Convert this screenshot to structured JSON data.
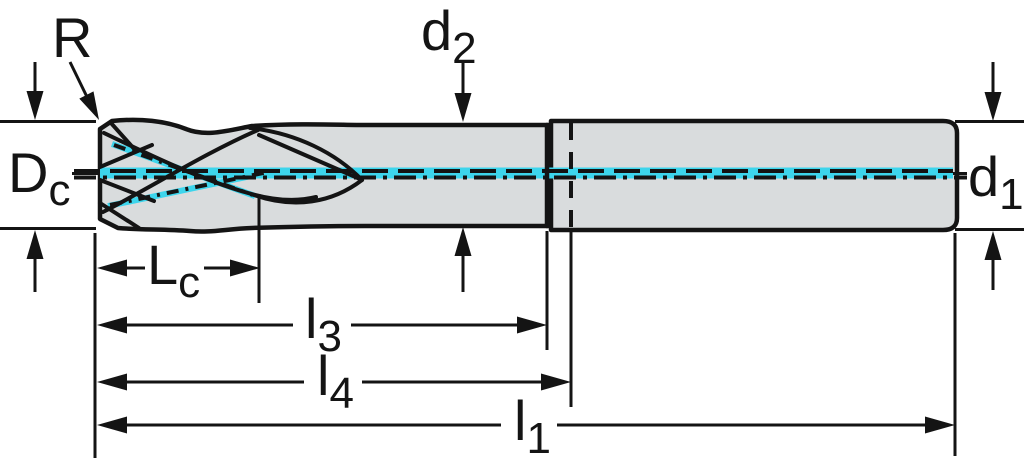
{
  "diagram_type": "end-mill-dimension-drawing",
  "labels": {
    "corner_radius": {
      "main": "R",
      "sub": ""
    },
    "cutting_diameter": {
      "main": "D",
      "sub": "c"
    },
    "neck_diameter": {
      "main": "d",
      "sub": "2"
    },
    "shank_diameter": {
      "main": "d",
      "sub": "1"
    },
    "cutting_length": {
      "main": "L",
      "sub": "c"
    },
    "length_l3": {
      "main": "l",
      "sub": "3"
    },
    "length_l4": {
      "main": "l",
      "sub": "4"
    },
    "overall_length": {
      "main": "l",
      "sub": "1"
    }
  },
  "colors": {
    "outline": "#141414",
    "body_fill": "#d9dcdd",
    "coolant_cyan": "#3dd5ec",
    "background": "#ffffff"
  }
}
